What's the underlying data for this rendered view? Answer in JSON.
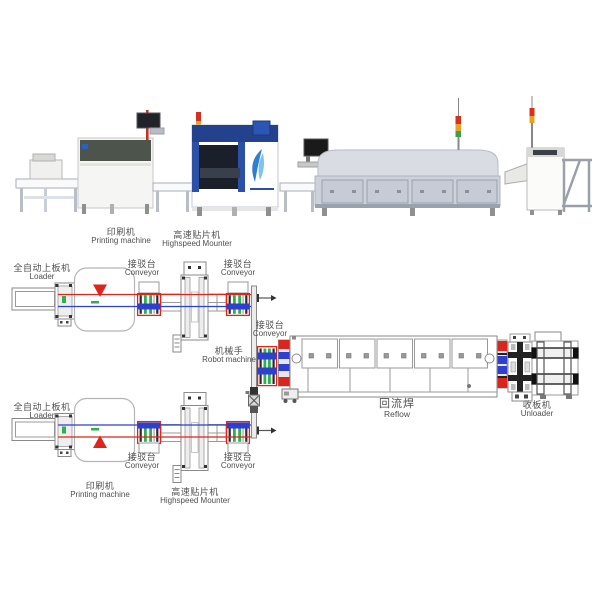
{
  "labels": {
    "photo_printer": {
      "zh": "印刷机",
      "en": "Printing machine"
    },
    "photo_mounter": {
      "zh": "高速贴片机",
      "en": "Highspeed Mounter"
    },
    "loader_top": {
      "zh": "全自动上板机",
      "en": "Loader"
    },
    "conveyor_top_a": {
      "zh": "接驳台",
      "en": "Conveyor"
    },
    "conveyor_top_b": {
      "zh": "接驳台",
      "en": "Conveyor"
    },
    "conveyor_mid": {
      "zh": "接驳台",
      "en": "Conveyor"
    },
    "robot": {
      "zh": "机械手",
      "en": "Robot machine"
    },
    "reflow": {
      "zh": "回流焊",
      "en": "Reflow"
    },
    "unloader": {
      "zh": "收板机",
      "en": "Unloader"
    },
    "loader_bottom": {
      "zh": "全自动上板机",
      "en": "Loader"
    },
    "conveyor_bottom_a": {
      "zh": "接驳台",
      "en": "Conveyor"
    },
    "conveyor_bottom_b": {
      "zh": "接驳台",
      "en": "Conveyor"
    },
    "printer_bottom": {
      "zh": "印刷机",
      "en": "Printing machine"
    },
    "mounter_bottom": {
      "zh": "高速贴片机",
      "en": "Highspeed Mounter"
    }
  },
  "colors": {
    "lane_red": "#df241c",
    "lane_blue": "#2f3fd0",
    "green": "#2fae52",
    "outline": "#8a8a8a",
    "text_gray": "#4f4f4f",
    "mounter_blue": "#24418e",
    "printer_band": "#4c544b",
    "reflow_gray": "#ccd1da",
    "signal_red": "#d8301f",
    "signal_yellow": "#e8a122"
  }
}
